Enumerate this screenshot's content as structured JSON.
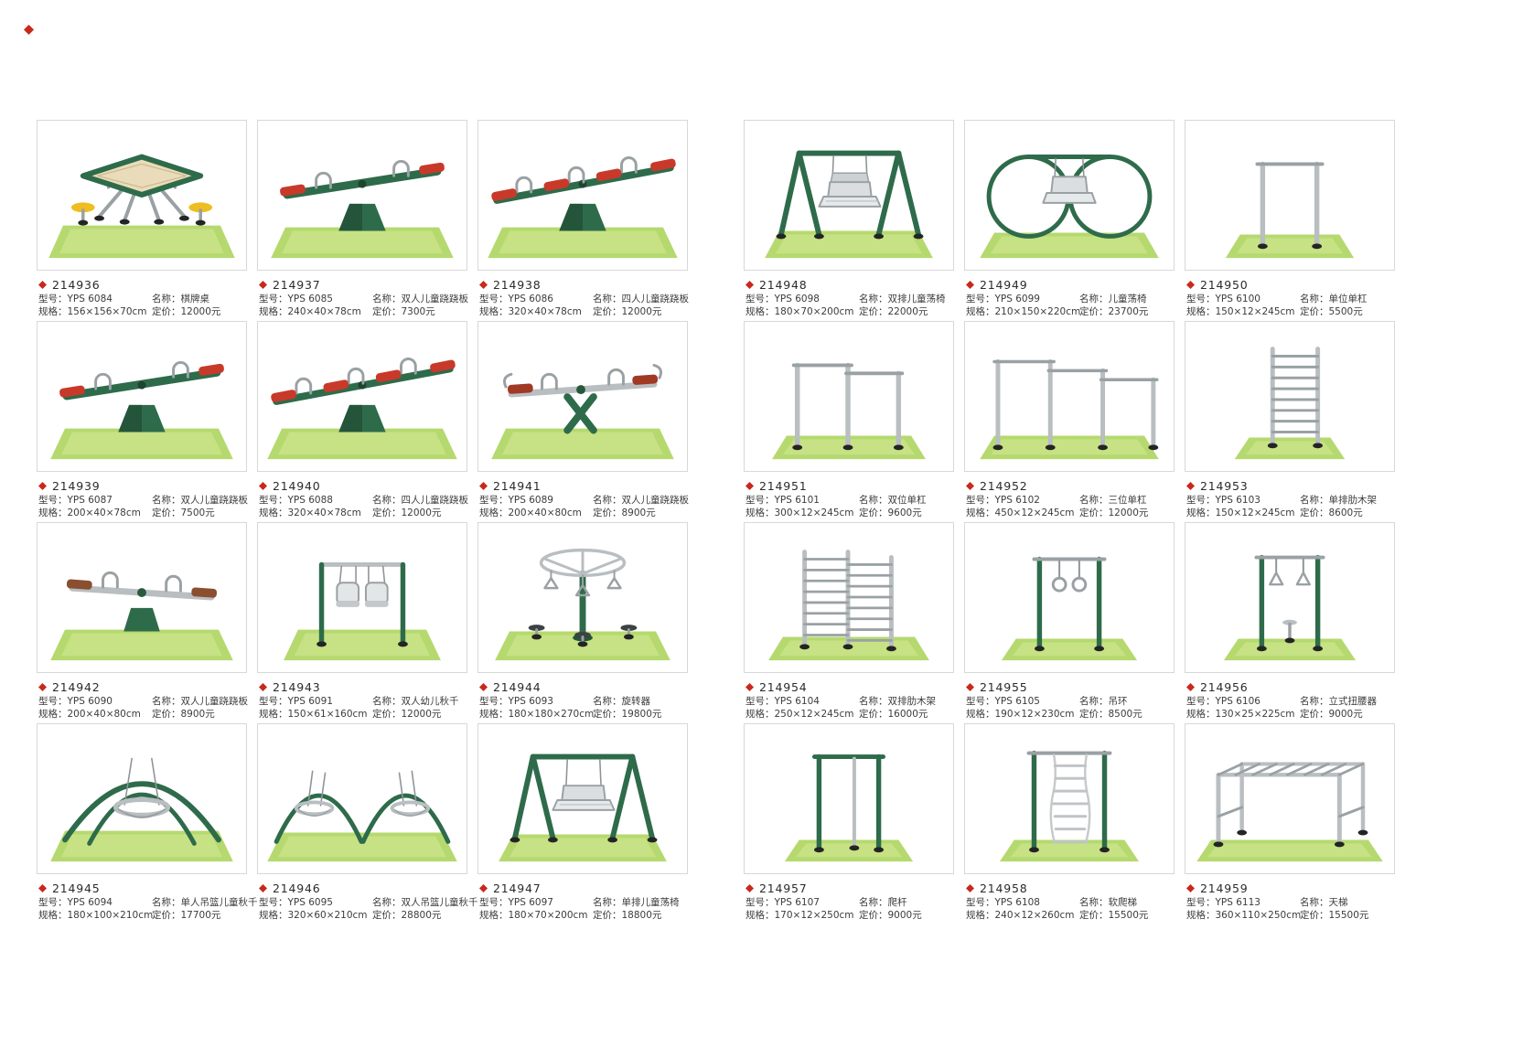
{
  "page": {
    "background": "#ffffff"
  },
  "brand": {
    "mark_color": "#c9281c"
  },
  "labels": {
    "model": "型号",
    "name": "名称",
    "spec": "规格",
    "price": "定价",
    "colon": "："
  },
  "products": [
    {
      "id": "214936",
      "model": "YPS 6084",
      "name": "棋牌桌",
      "spec": "156×156×70cm",
      "price": "12000元",
      "image": "chess-table"
    },
    {
      "id": "214937",
      "model": "YPS 6085",
      "name": "双人儿童跷跷板",
      "spec": "240×40×78cm",
      "price": "7300元",
      "image": "seesaw-two-seat"
    },
    {
      "id": "214938",
      "model": "YPS 6086",
      "name": "四人儿童跷跷板",
      "spec": "320×40×78cm",
      "price": "12000元",
      "image": "seesaw-four-seat"
    },
    {
      "id": "214939",
      "model": "YPS 6087",
      "name": "双人儿童跷跷板",
      "spec": "200×40×78cm",
      "price": "7500元",
      "image": "seesaw-two-seat"
    },
    {
      "id": "214940",
      "model": "YPS 6088",
      "name": "四人儿童跷跷板",
      "spec": "320×40×78cm",
      "price": "12000元",
      "image": "seesaw-four-seat"
    },
    {
      "id": "214941",
      "model": "YPS 6089",
      "name": "双人儿童跷跷板",
      "spec": "200×40×80cm",
      "price": "8900元",
      "image": "seesaw-two-seat-gray"
    },
    {
      "id": "214942",
      "model": "YPS 6090",
      "name": "双人儿童跷跷板",
      "spec": "200×40×80cm",
      "price": "8900元",
      "image": "seesaw-two-seat-gray2"
    },
    {
      "id": "214943",
      "model": "YPS 6091",
      "name": "双人幼儿秋千",
      "spec": "150×61×160cm",
      "price": "12000元",
      "image": "toddler-double-swing"
    },
    {
      "id": "214944",
      "model": "YPS 6093",
      "name": "旋转器",
      "spec": "180×180×270cm",
      "price": "19800元",
      "image": "rotator"
    },
    {
      "id": "214945",
      "model": "YPS 6094",
      "name": "单人吊篮儿童秋千",
      "spec": "180×100×210cm",
      "price": "17700元",
      "image": "dome-basket-swing"
    },
    {
      "id": "214946",
      "model": "YPS 6095",
      "name": "双人吊篮儿童秋千",
      "spec": "320×60×210cm",
      "price": "28800元",
      "image": "double-basket-swing"
    },
    {
      "id": "214947",
      "model": "YPS 6097",
      "name": "单排儿童荡椅",
      "spec": "180×70×200cm",
      "price": "18800元",
      "image": "a-frame-swing"
    },
    {
      "id": "214948",
      "model": "YPS 6098",
      "name": "双排儿童荡椅",
      "spec": "180×70×200cm",
      "price": "22000元",
      "image": "a-frame-swing-double"
    },
    {
      "id": "214949",
      "model": "YPS 6099",
      "name": "儿童荡椅",
      "spec": "210×150×220cm",
      "price": "23700元",
      "image": "ring-frame-swing"
    },
    {
      "id": "214950",
      "model": "YPS 6100",
      "name": "单位单杠",
      "spec": "150×12×245cm",
      "price": "5500元",
      "image": "single-horizontal-bar"
    },
    {
      "id": "214951",
      "model": "YPS 6101",
      "name": "双位单杠",
      "spec": "300×12×245cm",
      "price": "9600元",
      "image": "double-horizontal-bar"
    },
    {
      "id": "214952",
      "model": "YPS 6102",
      "name": "三位单杠",
      "spec": "450×12×245cm",
      "price": "12000元",
      "image": "triple-horizontal-bar"
    },
    {
      "id": "214953",
      "model": "YPS 6103",
      "name": "单排肋木架",
      "spec": "150×12×245cm",
      "price": "8600元",
      "image": "single-ladder-frame"
    },
    {
      "id": "214954",
      "model": "YPS 6104",
      "name": "双排肋木架",
      "spec": "250×12×245cm",
      "price": "16000元",
      "image": "double-ladder-frame"
    },
    {
      "id": "214955",
      "model": "YPS 6105",
      "name": "吊环",
      "spec": "190×12×230cm",
      "price": "8500元",
      "image": "hanging-rings"
    },
    {
      "id": "214956",
      "model": "YPS 6106",
      "name": "立式扭腰器",
      "spec": "130×25×225cm",
      "price": "9000元",
      "image": "standing-twister"
    },
    {
      "id": "214957",
      "model": "YPS 6107",
      "name": "爬杆",
      "spec": "170×12×250cm",
      "price": "9000元",
      "image": "climbing-pole"
    },
    {
      "id": "214958",
      "model": "YPS 6108",
      "name": "软爬梯",
      "spec": "240×12×260cm",
      "price": "15500元",
      "image": "soft-climbing-ladder"
    },
    {
      "id": "214959",
      "model": "YPS 6113",
      "name": "天梯",
      "spec": "360×110×250cm",
      "price": "15500元",
      "image": "sky-ladder"
    }
  ]
}
